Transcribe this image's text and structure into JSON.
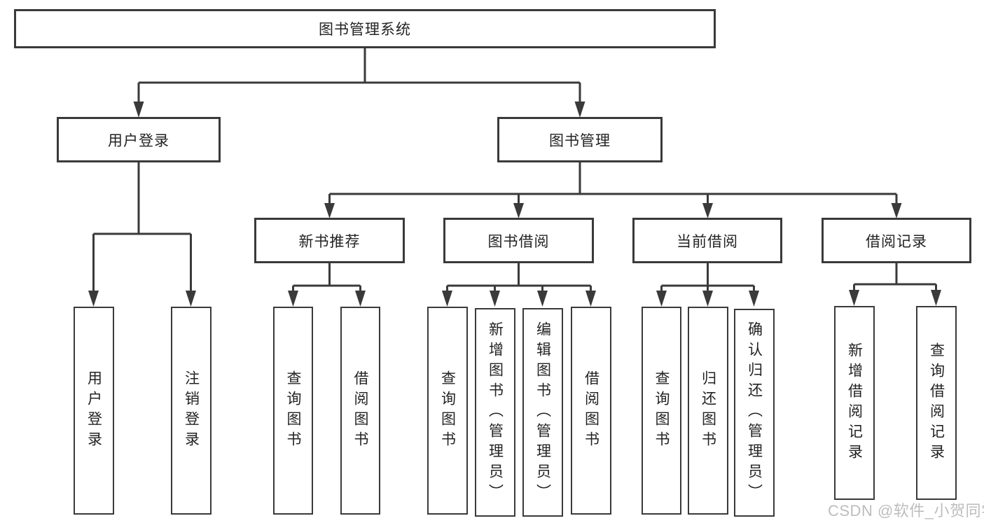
{
  "tree": {
    "root": "图书管理系统",
    "branches": [
      {
        "label": "用户登录",
        "children": [
          "用户登录",
          "注销登录"
        ]
      },
      {
        "label": "图书管理",
        "sections": [
          {
            "label": "新书推荐",
            "children": [
              "查询图书",
              "借阅图书"
            ]
          },
          {
            "label": "图书借阅",
            "children": [
              "查询图书",
              "新增图书（管理员）",
              "编辑图书（管理员）",
              "借阅图书"
            ]
          },
          {
            "label": "当前借阅",
            "children": [
              "查询图书",
              "归还图书",
              "确认归还（管理员）"
            ]
          },
          {
            "label": "借阅记录",
            "children": [
              "新增借阅记录",
              "查询借阅记录"
            ]
          }
        ]
      }
    ]
  },
  "watermark": {
    "text": "CSDN @软件_小贺同学"
  },
  "colors": {
    "line": "#3a3a3a",
    "box_border": "#3a3a3a",
    "box_fill": "#ffffff",
    "text": "#232323",
    "watermark": "#bdbdbd",
    "background": "#ffffff"
  }
}
